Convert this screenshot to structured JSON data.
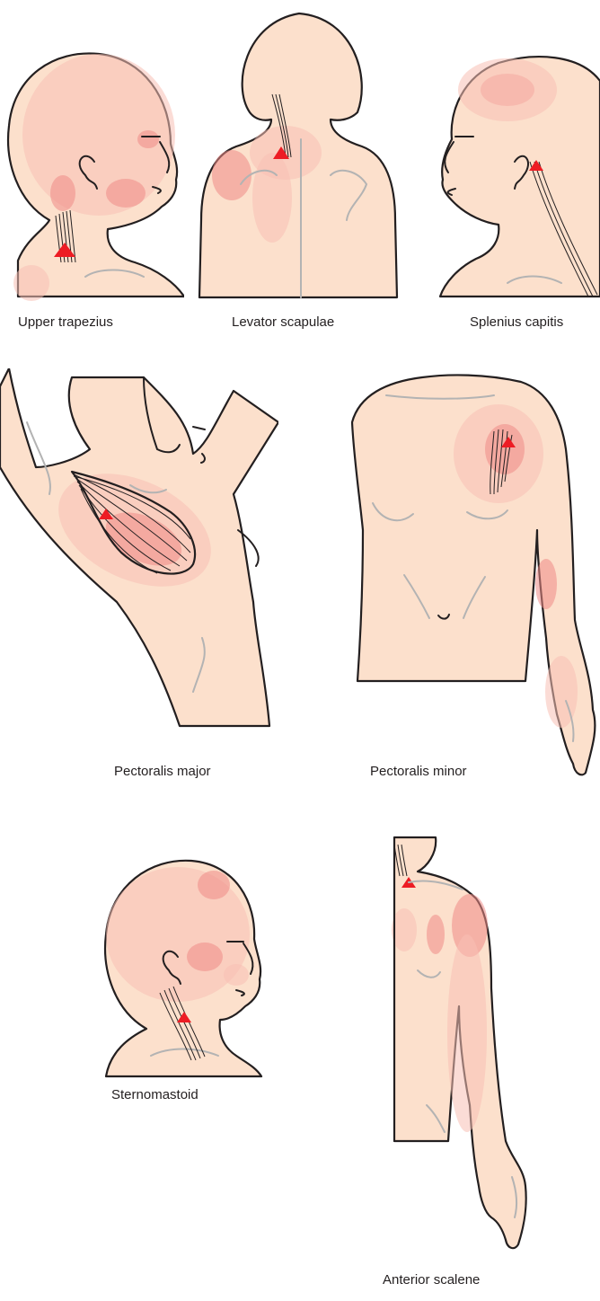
{
  "figures": [
    {
      "id": "upper-trapezius",
      "caption": "Upper trapezius"
    },
    {
      "id": "levator-scapulae",
      "caption": "Levator scapulae"
    },
    {
      "id": "splenius-capitis",
      "caption": "Splenius capitis"
    },
    {
      "id": "pectoralis-major",
      "caption": "Pectoralis major"
    },
    {
      "id": "pectoralis-minor",
      "caption": "Pectoralis minor"
    },
    {
      "id": "sternomastoid",
      "caption": "Sternomastoid"
    },
    {
      "id": "anterior-scalene",
      "caption": "Anterior scalene"
    }
  ],
  "colors": {
    "skin": "#fce0cc",
    "outline": "#231f20",
    "referred_pain": "#f4a8a0",
    "trigger_point": "#ed1c24"
  }
}
